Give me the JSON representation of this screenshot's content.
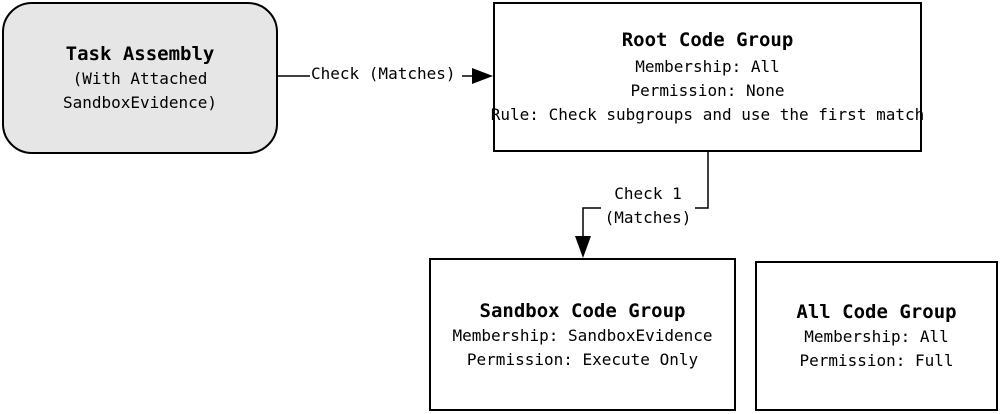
{
  "nodes": {
    "task_assembly": {
      "title": "Task Assembly",
      "lines": [
        "(With Attached",
        "SandboxEvidence)"
      ]
    },
    "root_code_group": {
      "title": "Root Code Group",
      "lines": [
        "Membership: All",
        "Permission: None",
        "Rule: Check subgroups and use the first match"
      ]
    },
    "sandbox_code_group": {
      "title": "Sandbox Code Group",
      "lines": [
        "Membership: SandboxEvidence",
        "Permission: Execute Only"
      ]
    },
    "all_code_group": {
      "title": "All Code Group",
      "lines": [
        "Membership: All",
        "Permission: Full"
      ]
    }
  },
  "edges": {
    "task_to_root": {
      "label": "Check (Matches)"
    },
    "root_to_sandbox": {
      "label_lines": [
        "Check 1",
        "(Matches)"
      ]
    }
  }
}
